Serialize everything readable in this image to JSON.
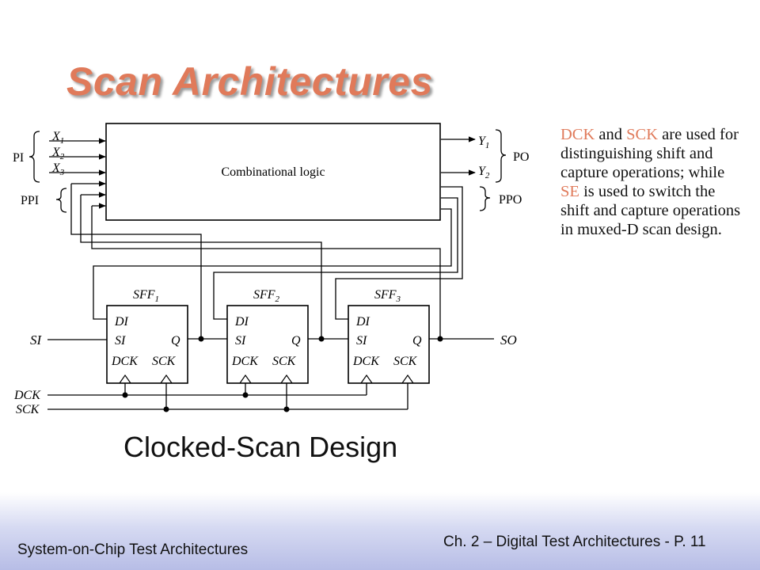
{
  "slide": {
    "title": "Scan Architectures"
  },
  "diagram": {
    "core_label": "Combinational logic",
    "inputs": [
      "X",
      "X",
      "X"
    ],
    "input_subs": [
      "1",
      "2",
      "3"
    ],
    "outputs": [
      "Y",
      "Y"
    ],
    "output_subs": [
      "1",
      "2"
    ],
    "pi_label": "PI",
    "ppi_label": "PPI",
    "po_label": "PO",
    "ppo_label": "PPO",
    "si_label": "SI",
    "so_label": "SO",
    "dck_label": "DCK",
    "sck_label": "SCK",
    "flip_flops": [
      {
        "name": "SFF",
        "sub": "1",
        "di": "DI",
        "si": "SI",
        "q": "Q",
        "dck": "DCK",
        "sck": "SCK"
      },
      {
        "name": "SFF",
        "sub": "2",
        "di": "DI",
        "si": "SI",
        "q": "Q",
        "dck": "DCK",
        "sck": "SCK"
      },
      {
        "name": "SFF",
        "sub": "3",
        "di": "DI",
        "si": "SI",
        "q": "Q",
        "dck": "DCK",
        "sck": "SCK"
      }
    ]
  },
  "note": {
    "dck": "DCK",
    "and": " and ",
    "sck": "SCK",
    "mid": " are used for distinguishing shift and capture operations; while ",
    "se": "SE",
    "end": " is used to switch the shift and capture operations in muxed-D scan design."
  },
  "caption": "Clocked-Scan Design",
  "footer": {
    "left": "System-on-Chip Test Architectures",
    "right": "Ch. 2 – Digital Test Architectures - P. 11"
  }
}
